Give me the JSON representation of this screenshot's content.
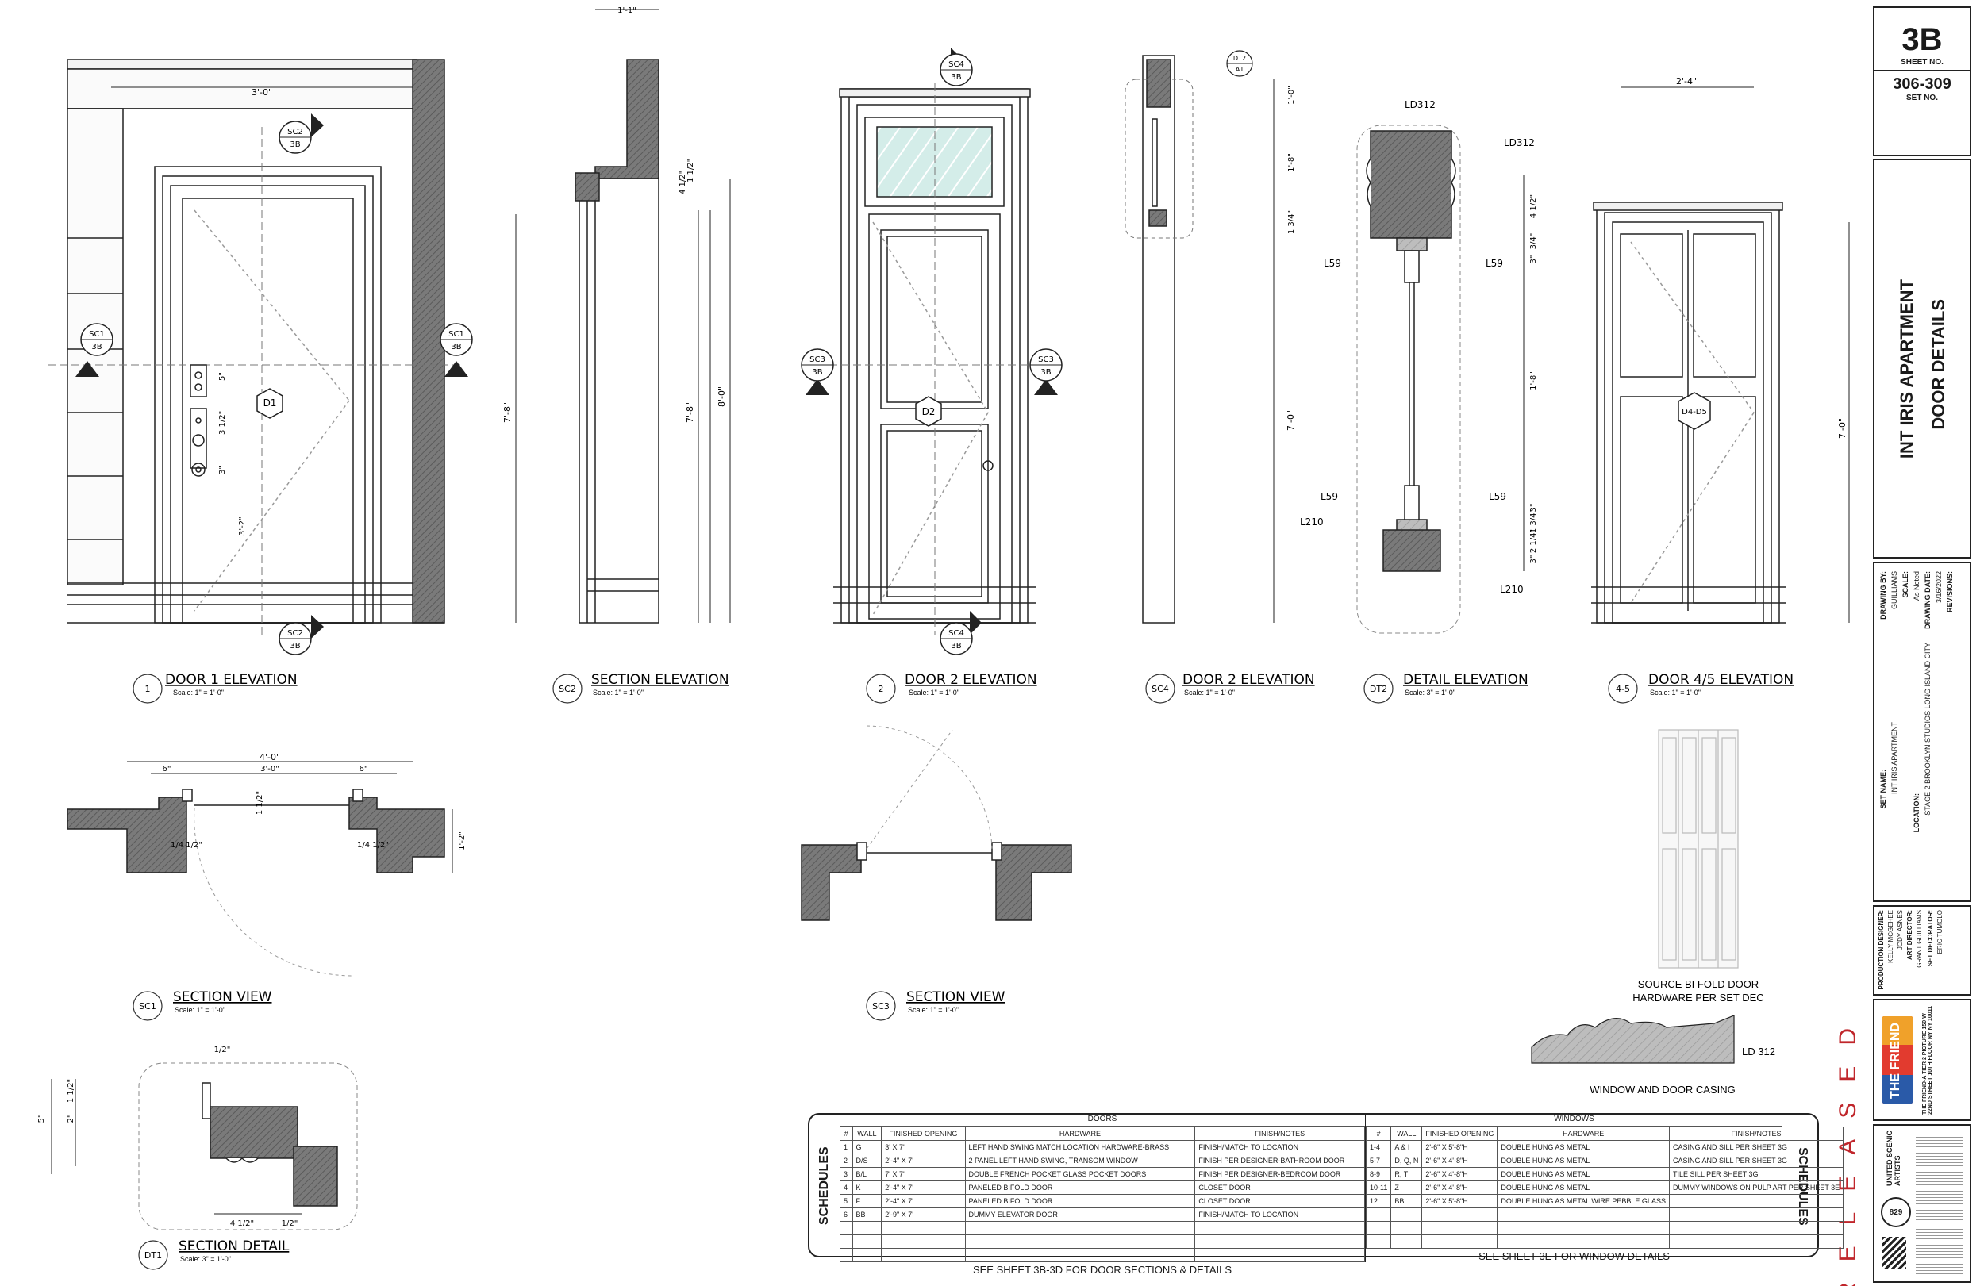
{
  "sheet": {
    "sheet_id": "3B",
    "sheet_no_label": "SHEET NO.",
    "set_no": "306-309",
    "set_no_label": "SET NO.",
    "project_title": "INT IRIS APARTMENT",
    "drawing_title": "DOOR DETAILS",
    "drawn_by_label": "DRAWING BY:",
    "drawn_by": "GUILLIAMS",
    "scale_label": "SCALE:",
    "scale": "As Noted",
    "drawing_date_label": "DRAWING DATE:",
    "drawing_date": "3/16/2022",
    "revisions_label": "REVISIONS:",
    "set_name_label": "SET NAME:",
    "set_name": "INT IRIS APARTMENT",
    "location_label": "LOCATION:",
    "location": "STAGE 2 BROOKLYN STUDIOS LONG ISLAND CITY",
    "production_designer_label": "PRODUCTION DESIGNER:",
    "production_designer": "KELLY MCGEHEE",
    "art_director_label": "ART DIRECTOR:",
    "art_director": "JODY ASNES",
    "asst_art_director": "GRANT GUILLIAMS",
    "set_decorator_label": "SET DECORATOR:",
    "set_decorator": "ERIC TUMOLO",
    "logo_text": "THE FRIEND",
    "company_lines": "THE FRIEND-A TIER 2 PICTURE 150 W 22ND STREET 10TH FLOOR NY NY 10011",
    "union_text": "UNITED SCENIC ARTISTS",
    "local_no": "829",
    "released": "RELEASED"
  },
  "views": {
    "door1": {
      "num": "1",
      "title": "DOOR 1 ELEVATION",
      "scale": "Scale: 1\" = 1'-0\""
    },
    "sc2": {
      "num": "SC2",
      "title": "SECTION ELEVATION",
      "scale": "Scale: 1\" = 1'-0\""
    },
    "door2": {
      "num": "2",
      "title": "DOOR 2 ELEVATION",
      "scale": "Scale: 1\" = 1'-0\""
    },
    "sc4": {
      "num": "SC4",
      "title": "DOOR 2 ELEVATION",
      "scale": "Scale: 1\" = 1'-0\""
    },
    "dt2": {
      "num": "DT2",
      "title": "DETAIL ELEVATION",
      "scale": "Scale: 3\" = 1'-0\""
    },
    "door45": {
      "num": "4-5",
      "title": "DOOR 4/5 ELEVATION",
      "scale": "Scale: 1\" = 1'-0\""
    },
    "sc1": {
      "num": "SC1",
      "title": "SECTION VIEW",
      "scale": "Scale: 1\" = 1'-0\""
    },
    "sc3": {
      "num": "SC3",
      "title": "SECTION VIEW",
      "scale": "Scale: 1\" = 1'-0\""
    },
    "dt1": {
      "num": "DT1",
      "title": "SECTION DETAIL",
      "scale": "Scale: 3\" = 1'-0\""
    }
  },
  "tags": {
    "d1": "D1",
    "d2": "D2",
    "d45": "D4-D5",
    "sc1": "SC1",
    "sc2": "SC2",
    "sc3": "SC3",
    "sc4": "SC4",
    "dt2": "DT2",
    "ref": "3B",
    "ref_a1": "A1"
  },
  "dims": {
    "d1_width": "3'-0\"",
    "d1_height": "7'-8\"",
    "d1_a": "5\"",
    "d1_b": "3 1/2\"",
    "d1_c": "3\"",
    "d1_d": "3'-2\"",
    "sc2_top": "1'-1\"",
    "sc2_a": "1 1/2\"",
    "sc2_b": "4 1/2\"",
    "sc2_h1": "7'-8\"",
    "sc2_h2": "8'-0\"",
    "sc4_a": "1'-0\"",
    "sc4_b": "1'-8\"",
    "sc4_c": "1 3/4\"",
    "sc4_d": "7'-0\"",
    "dt2_a": "4 1/2\"",
    "dt2_b": "3/4\"",
    "dt2_c": "3\"",
    "dt2_d": "1'-8\"",
    "dt2_e": "3\"",
    "dt2_f": "1 3/4\"",
    "dt2_g": "2 1/4\"",
    "dt2_h": "3\"",
    "d45_width": "2'-4\"",
    "d45_height": "7'-0\"",
    "sc1_overall": "4'-0\"",
    "sc1_left": "6\"",
    "sc1_mid": "3'-0\"",
    "sc1_right": "6\"",
    "sc1_depth": "1'-2\"",
    "sc1_jamb": "1 1/2\"",
    "sc1_l": "1/4 1/2\"",
    "sc1_r": "1/4 1/2\"",
    "dt1_top": "1/2\"",
    "dt1_a": "1 1/2\"",
    "dt1_b": "5\"",
    "dt1_c": "2\"",
    "dt1_d": "4 1/2\"",
    "dt1_e": "1/2\""
  },
  "labels": {
    "ld312": "LD312",
    "l59": "L59",
    "l210": "L210",
    "bifold_note_1": "SOURCE BI FOLD DOOR",
    "bifold_note_2": "HARDWARE PER SET DEC",
    "casing_tag": "LD 312",
    "casing_caption": "WINDOW AND DOOR CASING"
  },
  "schedules": {
    "side_label": "SCHEDULES",
    "doors_title": "DOORS",
    "windows_title": "WINDOWS",
    "doors_headers": [
      "#",
      "WALL",
      "FINISHED OPENING",
      "HARDWARE",
      "FINISH/NOTES"
    ],
    "doors_rows": [
      [
        "1",
        "G",
        "3' X 7'",
        "LEFT HAND SWING MATCH LOCATION HARDWARE-BRASS",
        "FINISH/MATCH TO LOCATION"
      ],
      [
        "2",
        "D/S",
        "2'-4\" X 7'",
        "2 PANEL LEFT HAND SWING, TRANSOM WINDOW",
        "FINISH PER DESIGNER-BATHROOM DOOR"
      ],
      [
        "3",
        "B/L",
        "7' X 7'",
        "DOUBLE FRENCH POCKET GLASS POCKET DOORS",
        "FINISH PER DESIGNER-BEDROOM DOOR"
      ],
      [
        "4",
        "K",
        "2'-4\" X 7'",
        "PANELED BIFOLD DOOR",
        "CLOSET DOOR"
      ],
      [
        "5",
        "F",
        "2'-4\" X 7'",
        "PANELED BIFOLD DOOR",
        "CLOSET DOOR"
      ],
      [
        "6",
        "BB",
        "2'-9\" X 7'",
        "DUMMY ELEVATOR DOOR",
        "FINISH/MATCH TO LOCATION"
      ]
    ],
    "windows_headers": [
      "#",
      "WALL",
      "FINISHED OPENING",
      "HARDWARE",
      "FINISH/NOTES"
    ],
    "windows_rows": [
      [
        "1-4",
        "A & I",
        "2'-6\" X 5'-8\"H",
        "DOUBLE HUNG AS METAL",
        "CASING AND SILL PER SHEET 3G"
      ],
      [
        "5-7",
        "D, Q, N",
        "2'-6\" X 4'-8\"H",
        "DOUBLE HUNG AS METAL",
        "CASING AND SILL PER SHEET 3G"
      ],
      [
        "8-9",
        "R, T",
        "2'-6\" X 4'-8\"H",
        "DOUBLE HUNG AS METAL",
        "TILE SILL PER SHEET 3G"
      ],
      [
        "10-11",
        "Z",
        "2'-6\" X 4'-8\"H",
        "DOUBLE HUNG AS METAL",
        "DUMMY WINDOWS ON PULP ART PER SHEET 3E"
      ],
      [
        "12",
        "BB",
        "2'-6\" X 5'-8\"H",
        "DOUBLE HUNG AS METAL WIRE PEBBLE GLASS",
        ""
      ]
    ],
    "doors_footer": "SEE SHEET 3B-3D FOR DOOR SECTIONS & DETAILS",
    "windows_footer": "SEE SHEET 3E FOR WINDOW DETAILS"
  }
}
